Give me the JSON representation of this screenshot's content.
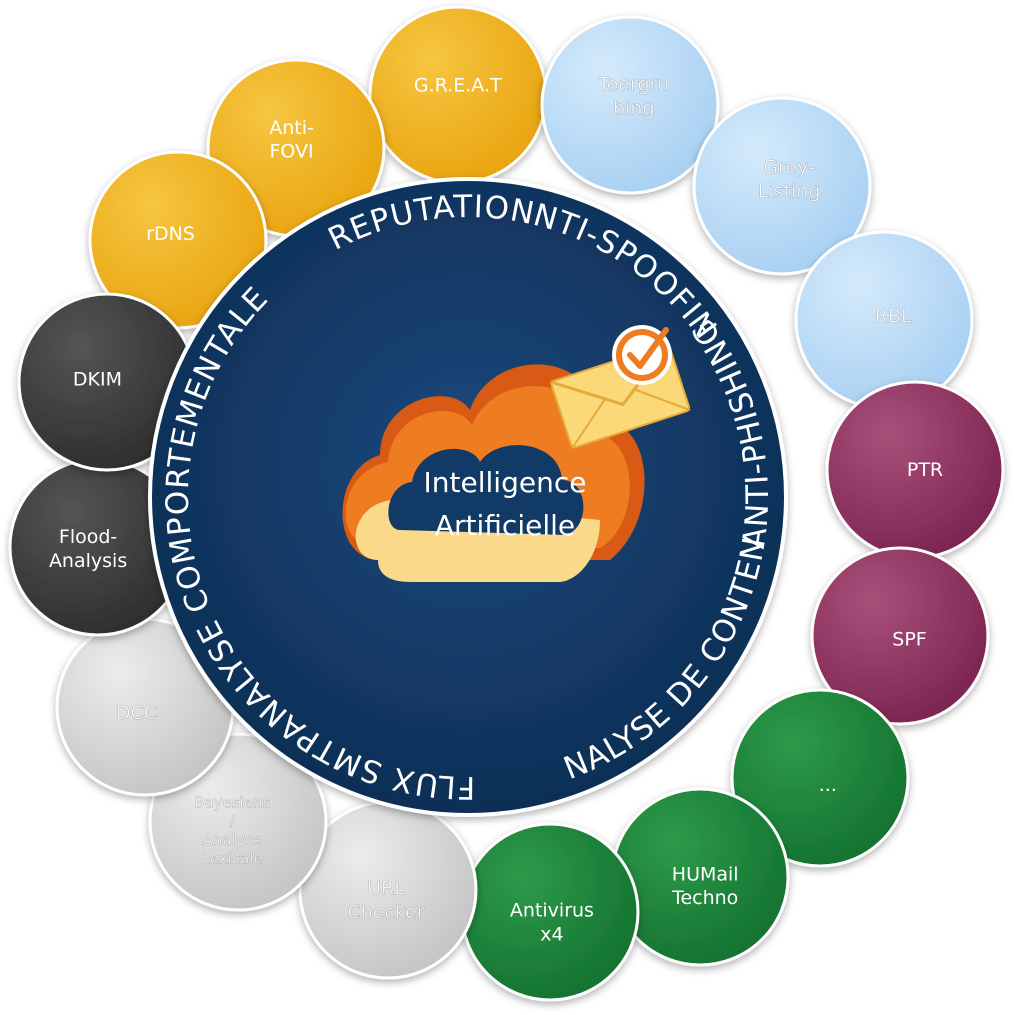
{
  "center": {
    "line1": "Intelligence",
    "line2": "Artificielle"
  },
  "ring_labels": [
    {
      "id": "analyse-comportementale",
      "text": "ANALYSE COMPORTEMENTALE"
    },
    {
      "id": "reputation",
      "text": "REPUTATION"
    },
    {
      "id": "anti-spoofing",
      "text": "ANTI-SPOOFING"
    },
    {
      "id": "anti-phishing",
      "text": "ANTI-PHISHING"
    },
    {
      "id": "analyse-de-contenu",
      "text": "ANALYSE DE CONTENU"
    },
    {
      "id": "flux-smtp",
      "text": "FLUX SMTP"
    }
  ],
  "petals": [
    {
      "id": "great",
      "lines": [
        "G.R.E.A.T"
      ],
      "group": "analyse-comportementale"
    },
    {
      "id": "anti-fovi",
      "lines": [
        "Anti-",
        "FOVI"
      ],
      "group": "analyse-comportementale"
    },
    {
      "id": "rdns",
      "lines": [
        "rDNS"
      ],
      "group": "analyse-comportementale"
    },
    {
      "id": "teergrubing",
      "lines": [
        "Teergru",
        "bing"
      ],
      "group": "reputation"
    },
    {
      "id": "greylisting",
      "lines": [
        "Grey-",
        "Listing"
      ],
      "group": "reputation"
    },
    {
      "id": "rbl",
      "lines": [
        "RBL"
      ],
      "group": "reputation"
    },
    {
      "id": "ptr",
      "lines": [
        "PTR"
      ],
      "group": "anti-spoofing"
    },
    {
      "id": "spf",
      "lines": [
        "SPF"
      ],
      "group": "anti-spoofing"
    },
    {
      "id": "more",
      "lines": [
        "..."
      ],
      "group": "anti-phishing"
    },
    {
      "id": "humail",
      "lines": [
        "HUMail",
        "Techno"
      ],
      "group": "anti-phishing"
    },
    {
      "id": "antivirus",
      "lines": [
        "Antivirus",
        "x4"
      ],
      "group": "anti-phishing"
    },
    {
      "id": "url-checker",
      "lines": [
        "URL",
        "Checker"
      ],
      "group": "analyse-de-contenu"
    },
    {
      "id": "bayesiens",
      "lines": [
        "Bayesiens",
        "/",
        "Analyse",
        "Lexicale"
      ],
      "group": "analyse-de-contenu"
    },
    {
      "id": "dcc",
      "lines": [
        "DCC"
      ],
      "group": "analyse-de-contenu"
    },
    {
      "id": "flood-analysis",
      "lines": [
        "Flood-",
        "Analysis"
      ],
      "group": "flux-smtp"
    },
    {
      "id": "dkim",
      "lines": [
        "DKIM"
      ],
      "group": "flux-smtp"
    }
  ],
  "colors": {
    "analyse-comportementale": "#f0b21e",
    "reputation": "#b7d9f5",
    "anti-spoofing": "#8c2f5a",
    "anti-phishing": "#1a7f35",
    "analyse-de-contenu": "#d6d6d6",
    "flux-smtp": "#3a3a3a",
    "hub": "#123a66",
    "cloud_orange": "#e8721c",
    "cloud_cream": "#fcd98a",
    "envelope": "#fbd979"
  }
}
